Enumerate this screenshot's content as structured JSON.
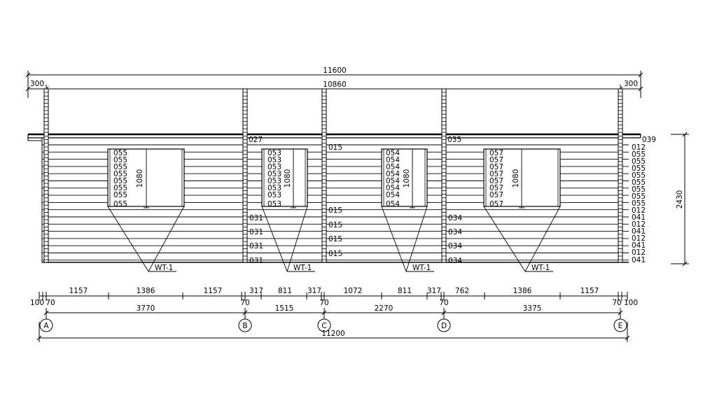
{
  "top_dimensions": {
    "overall": "11600",
    "inner": "10860",
    "left_overhang": "300",
    "right_overhang": "300"
  },
  "height_dimension": "2430",
  "window_height": "1080",
  "window_label": "WT-1",
  "log_labels": {
    "wall_a_window": [
      "055",
      "055",
      "055",
      "055",
      "055",
      "055",
      "055",
      "055"
    ],
    "wall_b_top": "027",
    "wall_b_window": [
      "053",
      "053",
      "053",
      "053",
      "053",
      "053",
      "053",
      "053"
    ],
    "wall_b_bottom": [
      "031",
      "031",
      "031",
      "031"
    ],
    "wall_c_codes": [
      "015",
      "015",
      "015",
      "015",
      "015"
    ],
    "wall_c_window": [
      "054",
      "054",
      "054",
      "054",
      "054",
      "054",
      "054",
      "054"
    ],
    "wall_d_top": "035",
    "wall_d_bottom": [
      "034",
      "034",
      "034",
      "034"
    ],
    "wall_d_window": [
      "057",
      "057",
      "057",
      "057",
      "057",
      "057",
      "057",
      "057"
    ],
    "right_end_top": "039",
    "right_end": [
      "012",
      "055",
      "055",
      "055",
      "055",
      "055",
      "055",
      "055",
      "055",
      "012",
      "041",
      "012",
      "041",
      "012",
      "041",
      "012",
      "041"
    ]
  },
  "segment_dimensions": [
    "1157",
    "1386",
    "1157",
    "317",
    "811",
    "317",
    "1072",
    "811",
    "317",
    "762",
    "1386",
    "1157"
  ],
  "axis_dimensions": {
    "left_edge": "100",
    "right_edge": "100",
    "wall_thickness": "70",
    "spans": [
      "3770",
      "1515",
      "2270",
      "3375"
    ],
    "total": "11200"
  },
  "axes": [
    "A",
    "B",
    "C",
    "D",
    "E"
  ]
}
